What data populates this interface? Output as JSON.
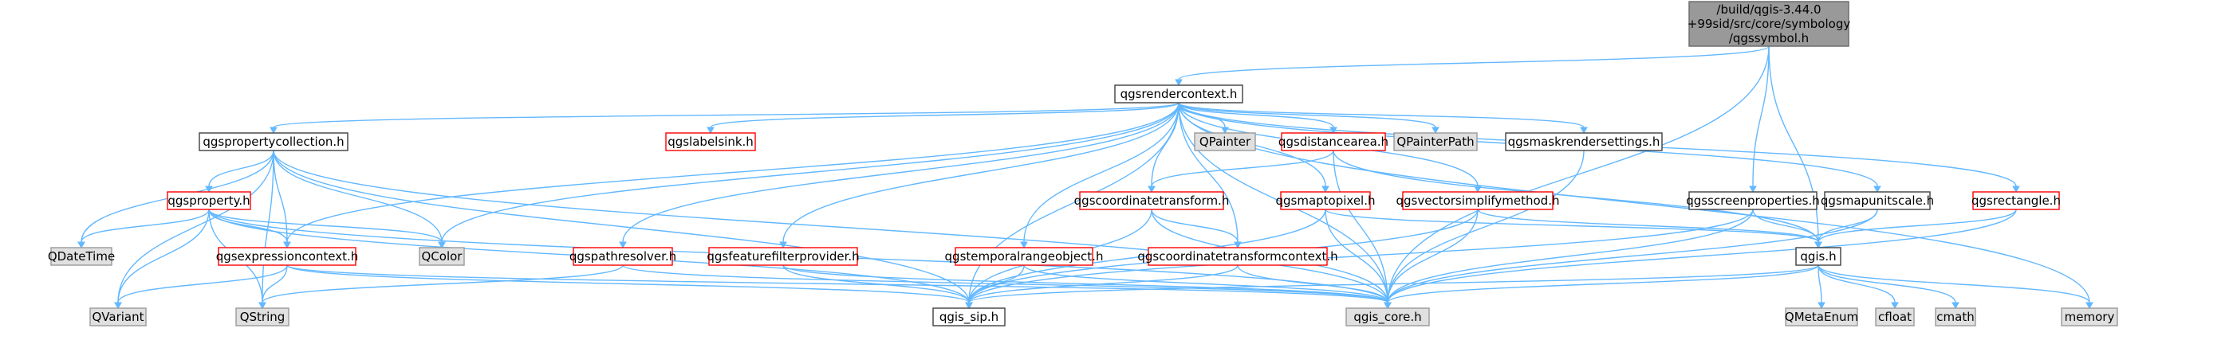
{
  "graph": {
    "nodes": [
      {
        "id": "root",
        "lines": [
          "/build/qgis-3.44.0",
          "+99sid/src/core/symbology",
          "/qgssymbol.h"
        ],
        "style": "root"
      },
      {
        "id": "rendercontext",
        "lines": [
          "qgsrendercontext.h"
        ],
        "style": "normal"
      },
      {
        "id": "propertycollection",
        "lines": [
          "qgspropertycollection.h"
        ],
        "style": "normal"
      },
      {
        "id": "labelsink",
        "lines": [
          "qgslabelsink.h"
        ],
        "style": "red"
      },
      {
        "id": "qpainter",
        "lines": [
          "QPainter"
        ],
        "style": "gray"
      },
      {
        "id": "distancearea",
        "lines": [
          "qgsdistancearea.h"
        ],
        "style": "red"
      },
      {
        "id": "qpainterpath",
        "lines": [
          "QPainterPath"
        ],
        "style": "gray"
      },
      {
        "id": "maskrender",
        "lines": [
          "qgsmaskrendersettings.h"
        ],
        "style": "normal"
      },
      {
        "id": "property",
        "lines": [
          "qgsproperty.h"
        ],
        "style": "red"
      },
      {
        "id": "coordtransform",
        "lines": [
          "qgscoordinatetransform.h"
        ],
        "style": "red"
      },
      {
        "id": "maptopixel",
        "lines": [
          "qgsmaptopixel.h"
        ],
        "style": "red"
      },
      {
        "id": "vectorsimplify",
        "lines": [
          "qgsvectorsimplifymethod.h"
        ],
        "style": "red"
      },
      {
        "id": "screenprops",
        "lines": [
          "qgsscreenproperties.h"
        ],
        "style": "normal"
      },
      {
        "id": "mapunitscale",
        "lines": [
          "qgsmapunitscale.h"
        ],
        "style": "normal"
      },
      {
        "id": "rectangle",
        "lines": [
          "qgsrectangle.h"
        ],
        "style": "red"
      },
      {
        "id": "qdatetime",
        "lines": [
          "QDateTime"
        ],
        "style": "gray"
      },
      {
        "id": "qcolor",
        "lines": [
          "QColor"
        ],
        "style": "gray"
      },
      {
        "id": "exprcontext",
        "lines": [
          "qgsexpressioncontext.h"
        ],
        "style": "red"
      },
      {
        "id": "pathresolver",
        "lines": [
          "qgspathresolver.h"
        ],
        "style": "red"
      },
      {
        "id": "featurefilter",
        "lines": [
          "qgsfeaturefilterprovider.h"
        ],
        "style": "red"
      },
      {
        "id": "temporalrange",
        "lines": [
          "qgstemporalrangeobject.h"
        ],
        "style": "red"
      },
      {
        "id": "coordtransformctx",
        "lines": [
          "qgscoordinatetransformcontext.h"
        ],
        "style": "red"
      },
      {
        "id": "qgish",
        "lines": [
          "qgis.h"
        ],
        "style": "normal"
      },
      {
        "id": "qvariant",
        "lines": [
          "QVariant"
        ],
        "style": "gray"
      },
      {
        "id": "qstring",
        "lines": [
          "QString"
        ],
        "style": "gray"
      },
      {
        "id": "qgissip",
        "lines": [
          "qgis_sip.h"
        ],
        "style": "normal"
      },
      {
        "id": "qgiscore",
        "lines": [
          "qgis_core.h"
        ],
        "style": "gray"
      },
      {
        "id": "qmetaenum",
        "lines": [
          "QMetaEnum"
        ],
        "style": "gray"
      },
      {
        "id": "cfloat",
        "lines": [
          "cfloat"
        ],
        "style": "gray"
      },
      {
        "id": "cmath",
        "lines": [
          "cmath"
        ],
        "style": "gray"
      },
      {
        "id": "memory",
        "lines": [
          "memory"
        ],
        "style": "gray"
      }
    ],
    "edges": [
      [
        "root",
        "rendercontext"
      ],
      [
        "root",
        "screenprops"
      ],
      [
        "root",
        "qgish"
      ],
      [
        "root",
        "qgiscore"
      ],
      [
        "rendercontext",
        "propertycollection"
      ],
      [
        "rendercontext",
        "labelsink"
      ],
      [
        "rendercontext",
        "qpainter"
      ],
      [
        "rendercontext",
        "distancearea"
      ],
      [
        "rendercontext",
        "qpainterpath"
      ],
      [
        "rendercontext",
        "maskrender"
      ],
      [
        "rendercontext",
        "coordtransform"
      ],
      [
        "rendercontext",
        "maptopixel"
      ],
      [
        "rendercontext",
        "vectorsimplify"
      ],
      [
        "rendercontext",
        "mapunitscale"
      ],
      [
        "rendercontext",
        "rectangle"
      ],
      [
        "rendercontext",
        "qcolor"
      ],
      [
        "rendercontext",
        "exprcontext"
      ],
      [
        "rendercontext",
        "pathresolver"
      ],
      [
        "rendercontext",
        "featurefilter"
      ],
      [
        "rendercontext",
        "temporalrange"
      ],
      [
        "rendercontext",
        "coordtransformctx"
      ],
      [
        "rendercontext",
        "qgissip"
      ],
      [
        "rendercontext",
        "qgiscore"
      ],
      [
        "rendercontext",
        "memory"
      ],
      [
        "propertycollection",
        "qdatetime"
      ],
      [
        "propertycollection",
        "property"
      ],
      [
        "propertycollection",
        "qcolor"
      ],
      [
        "propertycollection",
        "exprcontext"
      ],
      [
        "propertycollection",
        "qvariant"
      ],
      [
        "propertycollection",
        "qstring"
      ],
      [
        "propertycollection",
        "qgissip"
      ],
      [
        "propertycollection",
        "qgiscore"
      ],
      [
        "property",
        "qdatetime"
      ],
      [
        "property",
        "qcolor"
      ],
      [
        "property",
        "exprcontext"
      ],
      [
        "property",
        "qvariant"
      ],
      [
        "property",
        "qstring"
      ],
      [
        "property",
        "qgissip"
      ],
      [
        "property",
        "qgiscore"
      ],
      [
        "distancearea",
        "coordtransform"
      ],
      [
        "distancearea",
        "qgiscore"
      ],
      [
        "distancearea",
        "qgish"
      ],
      [
        "maskrender",
        "qgiscore"
      ],
      [
        "coordtransform",
        "coordtransformctx"
      ],
      [
        "coordtransform",
        "qgissip"
      ],
      [
        "coordtransform",
        "qgiscore"
      ],
      [
        "maptopixel",
        "qgish"
      ],
      [
        "maptopixel",
        "qgissip"
      ],
      [
        "maptopixel",
        "qgiscore"
      ],
      [
        "vectorsimplify",
        "qgish"
      ],
      [
        "vectorsimplify",
        "qgissip"
      ],
      [
        "vectorsimplify",
        "qgiscore"
      ],
      [
        "screenprops",
        "qgish"
      ],
      [
        "screenprops",
        "qgissip"
      ],
      [
        "screenprops",
        "qgiscore"
      ],
      [
        "mapunitscale",
        "qgish"
      ],
      [
        "mapunitscale",
        "qgiscore"
      ],
      [
        "rectangle",
        "qgish"
      ],
      [
        "rectangle",
        "qgiscore"
      ],
      [
        "exprcontext",
        "qvariant"
      ],
      [
        "exprcontext",
        "qstring"
      ],
      [
        "exprcontext",
        "qgissip"
      ],
      [
        "exprcontext",
        "qgiscore"
      ],
      [
        "pathresolver",
        "qstring"
      ],
      [
        "pathresolver",
        "qgiscore"
      ],
      [
        "featurefilter",
        "qgissip"
      ],
      [
        "featurefilter",
        "qgiscore"
      ],
      [
        "temporalrange",
        "qgissip"
      ],
      [
        "temporalrange",
        "qgiscore"
      ],
      [
        "coordtransformctx",
        "qgissip"
      ],
      [
        "coordtransformctx",
        "qgiscore"
      ],
      [
        "qgish",
        "qgissip"
      ],
      [
        "qgish",
        "qgiscore"
      ],
      [
        "qgish",
        "qmetaenum"
      ],
      [
        "qgish",
        "cfloat"
      ],
      [
        "qgish",
        "cmath"
      ],
      [
        "qgish",
        "memory"
      ]
    ]
  }
}
